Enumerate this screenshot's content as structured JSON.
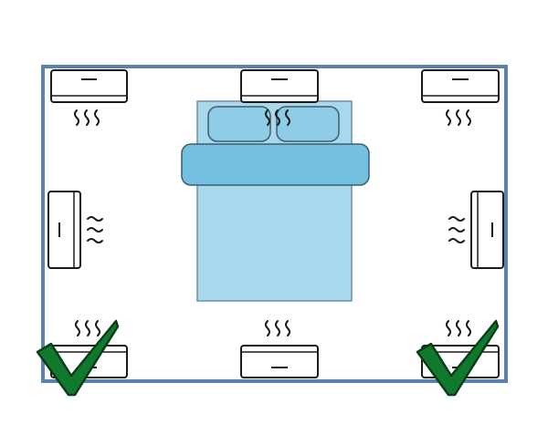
{
  "diagram": {
    "colors": {
      "room_wall": "#5b82ad",
      "unit_outline": "#1a1a1a",
      "unit_fill": "#ffffff",
      "bed_frame": "#a9d8ec",
      "bed_edge": "#6d8fa6",
      "blanket": "#73c0e0",
      "pillow": "#8fcde6",
      "airflow": "#1a1a1a",
      "check_fill": "#0f7a2e",
      "check_stroke": "#0a3d18"
    },
    "units": [
      {
        "id": "top-left",
        "orientation": "horizontal",
        "airflow": "down",
        "recommended": false
      },
      {
        "id": "top-center",
        "orientation": "horizontal",
        "airflow": "down",
        "recommended": false
      },
      {
        "id": "top-right",
        "orientation": "horizontal",
        "airflow": "down",
        "recommended": false
      },
      {
        "id": "middle-left",
        "orientation": "vertical",
        "airflow": "right",
        "recommended": false
      },
      {
        "id": "middle-right",
        "orientation": "vertical",
        "airflow": "left",
        "recommended": false
      },
      {
        "id": "bottom-left",
        "orientation": "horizontal",
        "airflow": "up",
        "recommended": true
      },
      {
        "id": "bottom-center",
        "orientation": "horizontal",
        "airflow": "up",
        "recommended": false
      },
      {
        "id": "bottom-right",
        "orientation": "horizontal",
        "airflow": "up",
        "recommended": true
      }
    ],
    "icons": {
      "check": "checkmark-icon",
      "airflow": "airflow-wave-icon",
      "unit": "air-conditioner-icon",
      "bed": "bed-icon"
    }
  }
}
